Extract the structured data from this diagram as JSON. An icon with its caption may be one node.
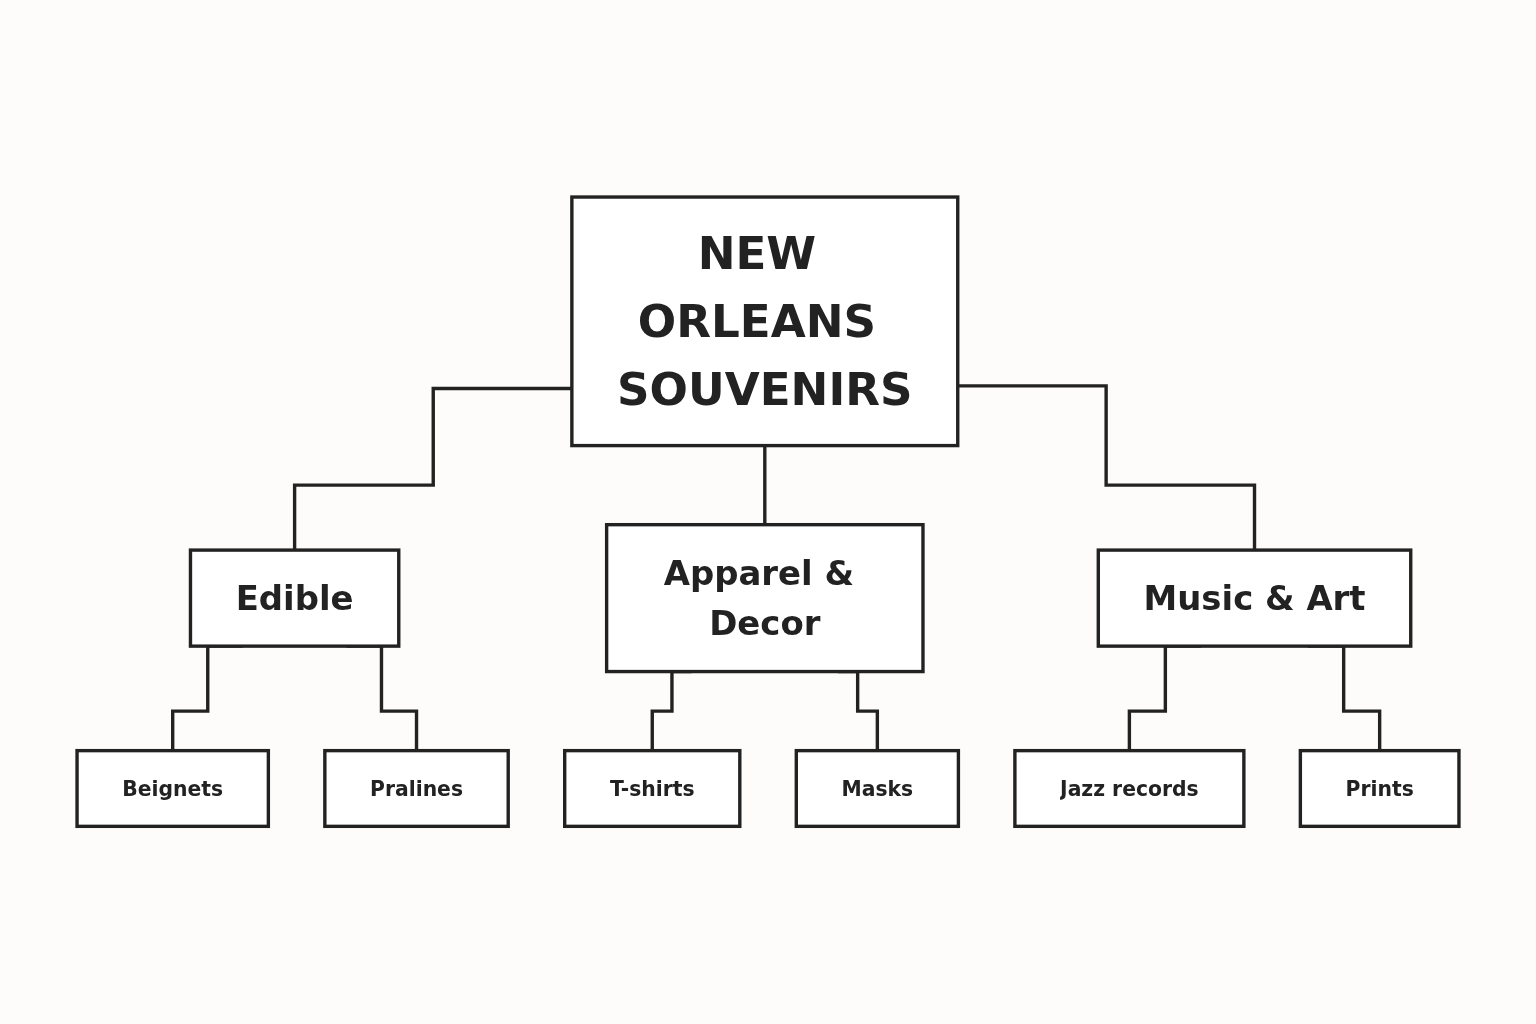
{
  "diagram": {
    "nodes": [
      {
        "text": [
          "NEW ORLEANS SOUVENIRS"
        ]
      },
      {
        "text": [
          "Edible"
        ]
      },
      {
        "text": [
          "Apparel & Decor"
        ]
      },
      {
        "text": [
          "Music & Art"
        ]
      },
      {
        "text": [
          "Beignets"
        ]
      },
      {
        "text": [
          "Pralines"
        ]
      },
      {
        "text": [
          "T-shirts"
        ]
      },
      {
        "text": [
          "Masks"
        ]
      },
      {
        "text": [
          "Jazz records"
        ]
      },
      {
        "text": [
          "Prints"
        ]
      }
    ],
    "edges": [
      {
        "from": 0,
        "to": 1,
        "arrow": "none"
      },
      {
        "from": 0,
        "to": 2,
        "arrow": "none"
      },
      {
        "from": 0,
        "to": 3,
        "arrow": "none"
      },
      {
        "from": 1,
        "to": 4,
        "arrow": "none"
      },
      {
        "from": 1,
        "to": 5,
        "arrow": "none"
      },
      {
        "from": 2,
        "to": 6,
        "arrow": "none"
      },
      {
        "from": 2,
        "to": 7,
        "arrow": "none"
      },
      {
        "from": 3,
        "to": 8,
        "arrow": "none"
      },
      {
        "from": 3,
        "to": 9,
        "arrow": "none"
      }
    ]
  }
}
